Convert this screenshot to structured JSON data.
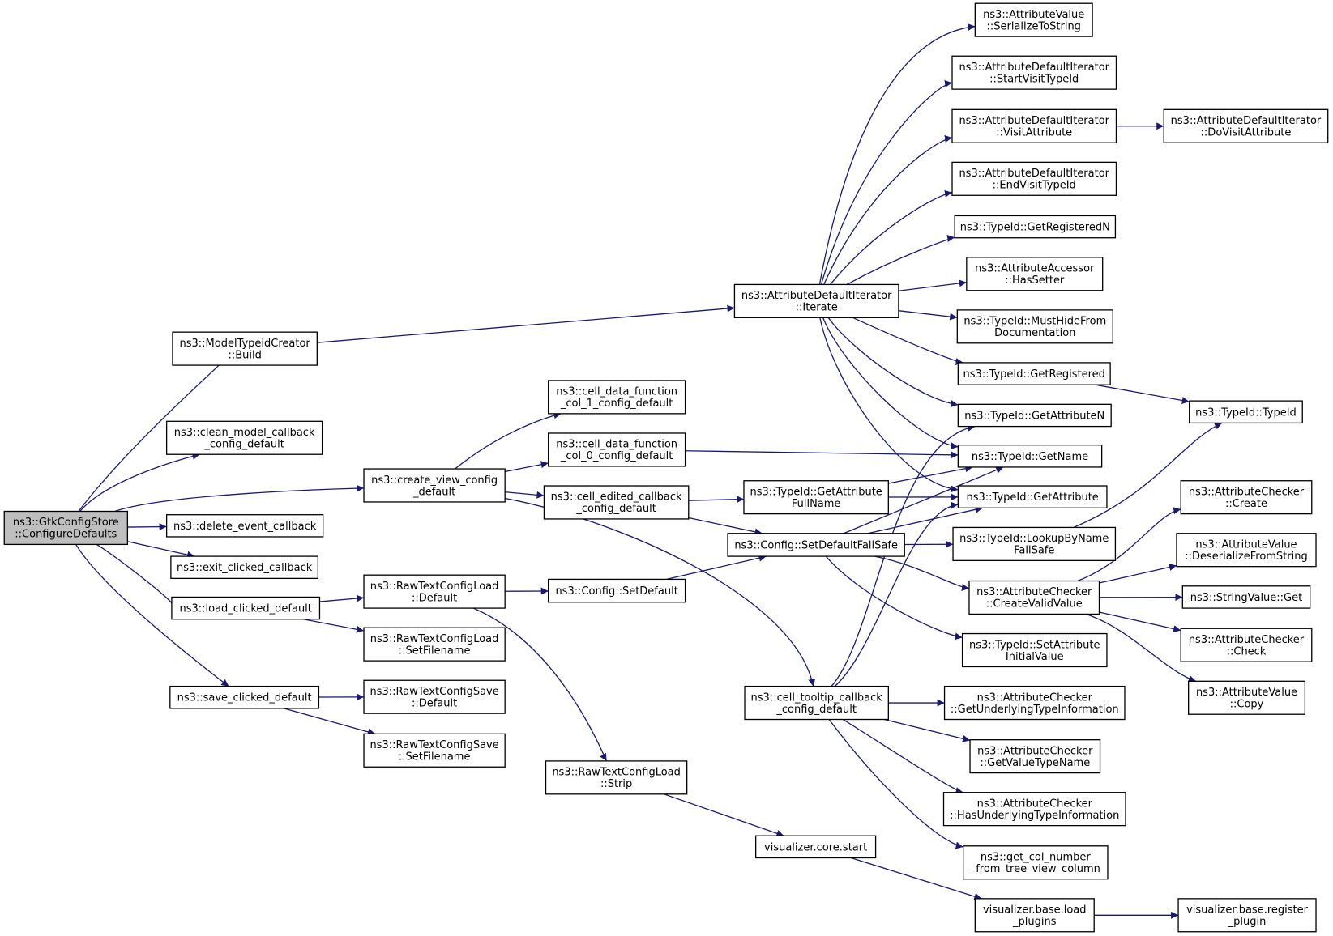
{
  "nodes": [
    {
      "id": "root",
      "lines": [
        "ns3::GtkConfigStore",
        "::ConfigureDefaults"
      ],
      "root": true
    },
    {
      "id": "mtcBuild",
      "lines": [
        "ns3::ModelTypeidCreator",
        "::Build"
      ]
    },
    {
      "id": "cleanModel",
      "lines": [
        "ns3::clean_model_callback",
        "_config_default"
      ]
    },
    {
      "id": "createView",
      "lines": [
        "ns3::create_view_config",
        "_default"
      ]
    },
    {
      "id": "deleteEvent",
      "lines": [
        "ns3::delete_event_callback"
      ]
    },
    {
      "id": "exitClicked",
      "lines": [
        "ns3::exit_clicked_callback"
      ]
    },
    {
      "id": "loadClicked",
      "lines": [
        "ns3::load_clicked_default"
      ]
    },
    {
      "id": "saveClicked",
      "lines": [
        "ns3::save_clicked_default"
      ]
    },
    {
      "id": "cdfCol1",
      "lines": [
        "ns3::cell_data_function",
        "_col_1_config_default"
      ]
    },
    {
      "id": "cdfCol0",
      "lines": [
        "ns3::cell_data_function",
        "_col_0_config_default"
      ]
    },
    {
      "id": "cellEdited",
      "lines": [
        "ns3::cell_edited_callback",
        "_config_default"
      ]
    },
    {
      "id": "rtclDefault",
      "lines": [
        "ns3::RawTextConfigLoad",
        "::Default"
      ]
    },
    {
      "id": "rtclSetFilename",
      "lines": [
        "ns3::RawTextConfigLoad",
        "::SetFilename"
      ]
    },
    {
      "id": "rtcsDefault",
      "lines": [
        "ns3::RawTextConfigSave",
        "::Default"
      ]
    },
    {
      "id": "rtcsSetFilename",
      "lines": [
        "ns3::RawTextConfigSave",
        "::SetFilename"
      ]
    },
    {
      "id": "configSetDefault",
      "lines": [
        "ns3::Config::SetDefault"
      ]
    },
    {
      "id": "rtclStrip",
      "lines": [
        "ns3::RawTextConfigLoad",
        "::Strip"
      ]
    },
    {
      "id": "adiIterate",
      "lines": [
        "ns3::AttributeDefaultIterator",
        "::Iterate"
      ]
    },
    {
      "id": "getAttrFullName",
      "lines": [
        "ns3::TypeId::GetAttribute",
        "FullName"
      ]
    },
    {
      "id": "setDefaultFailSafe",
      "lines": [
        "ns3::Config::SetDefaultFailSafe"
      ]
    },
    {
      "id": "cellTooltip",
      "lines": [
        "ns3::cell_tooltip_callback",
        "_config_default"
      ]
    },
    {
      "id": "vizCoreStart",
      "lines": [
        "visualizer.core.start"
      ]
    },
    {
      "id": "avSerialize",
      "lines": [
        "ns3::AttributeValue",
        "::SerializeToString"
      ]
    },
    {
      "id": "adiStartVisit",
      "lines": [
        "ns3::AttributeDefaultIterator",
        "::StartVisitTypeId"
      ]
    },
    {
      "id": "adiVisitAttr",
      "lines": [
        "ns3::AttributeDefaultIterator",
        "::VisitAttribute"
      ]
    },
    {
      "id": "adiEndVisit",
      "lines": [
        "ns3::AttributeDefaultIterator",
        "::EndVisitTypeId"
      ]
    },
    {
      "id": "getRegisteredN",
      "lines": [
        "ns3::TypeId::GetRegisteredN"
      ]
    },
    {
      "id": "aaHasSetter",
      "lines": [
        "ns3::AttributeAccessor",
        "::HasSetter"
      ]
    },
    {
      "id": "mustHide",
      "lines": [
        "ns3::TypeId::MustHideFrom",
        "Documentation"
      ]
    },
    {
      "id": "getRegistered",
      "lines": [
        "ns3::TypeId::GetRegistered"
      ]
    },
    {
      "id": "getAttributeN",
      "lines": [
        "ns3::TypeId::GetAttributeN"
      ]
    },
    {
      "id": "getName",
      "lines": [
        "ns3::TypeId::GetName"
      ]
    },
    {
      "id": "getAttribute",
      "lines": [
        "ns3::TypeId::GetAttribute"
      ]
    },
    {
      "id": "lookupByName",
      "lines": [
        "ns3::TypeId::LookupByName",
        "FailSafe"
      ]
    },
    {
      "id": "acCreateValid",
      "lines": [
        "ns3::AttributeChecker",
        "::CreateValidValue"
      ]
    },
    {
      "id": "setAttrInitial",
      "lines": [
        "ns3::TypeId::SetAttribute",
        "InitialValue"
      ]
    },
    {
      "id": "acGetUnderlying",
      "lines": [
        "ns3::AttributeChecker",
        "::GetUnderlyingTypeInformation"
      ]
    },
    {
      "id": "acGetValueTypeName",
      "lines": [
        "ns3::AttributeChecker",
        "::GetValueTypeName"
      ]
    },
    {
      "id": "acHasUnderlying",
      "lines": [
        "ns3::AttributeChecker",
        "::HasUnderlyingTypeInformation"
      ]
    },
    {
      "id": "getColNumber",
      "lines": [
        "ns3::get_col_number",
        "_from_tree_view_column"
      ]
    },
    {
      "id": "vizLoadPlugins",
      "lines": [
        "visualizer.base.load",
        "_plugins"
      ]
    },
    {
      "id": "adiDoVisit",
      "lines": [
        "ns3::AttributeDefaultIterator",
        "::DoVisitAttribute"
      ]
    },
    {
      "id": "typeIdTypeId",
      "lines": [
        "ns3::TypeId::TypeId"
      ]
    },
    {
      "id": "acCreate",
      "lines": [
        "ns3::AttributeChecker",
        "::Create"
      ]
    },
    {
      "id": "avDeserialize",
      "lines": [
        "ns3::AttributeValue",
        "::DeserializeFromString"
      ]
    },
    {
      "id": "stringValueGet",
      "lines": [
        "ns3::StringValue::Get"
      ]
    },
    {
      "id": "acCheck",
      "lines": [
        "ns3::AttributeChecker",
        "::Check"
      ]
    },
    {
      "id": "avCopy",
      "lines": [
        "ns3::AttributeValue",
        "::Copy"
      ]
    },
    {
      "id": "vizRegisterPlugin",
      "lines": [
        "visualizer.base.register",
        "_plugin"
      ]
    }
  ],
  "edges": [
    [
      "root",
      "mtcBuild"
    ],
    [
      "root",
      "cleanModel"
    ],
    [
      "root",
      "createView"
    ],
    [
      "root",
      "deleteEvent"
    ],
    [
      "root",
      "exitClicked"
    ],
    [
      "root",
      "loadClicked"
    ],
    [
      "root",
      "saveClicked"
    ],
    [
      "mtcBuild",
      "adiIterate"
    ],
    [
      "createView",
      "cdfCol1"
    ],
    [
      "createView",
      "cdfCol0"
    ],
    [
      "createView",
      "cellEdited"
    ],
    [
      "createView",
      "cellTooltip"
    ],
    [
      "loadClicked",
      "rtclDefault"
    ],
    [
      "loadClicked",
      "rtclSetFilename"
    ],
    [
      "saveClicked",
      "rtcsDefault"
    ],
    [
      "saveClicked",
      "rtcsSetFilename"
    ],
    [
      "rtclDefault",
      "configSetDefault"
    ],
    [
      "rtclDefault",
      "rtclStrip"
    ],
    [
      "cdfCol0",
      "getName"
    ],
    [
      "cellEdited",
      "getAttrFullName"
    ],
    [
      "cellEdited",
      "setDefaultFailSafe"
    ],
    [
      "configSetDefault",
      "setDefaultFailSafe"
    ],
    [
      "rtclStrip",
      "vizCoreStart"
    ],
    [
      "adiIterate",
      "avSerialize"
    ],
    [
      "adiIterate",
      "adiStartVisit"
    ],
    [
      "adiIterate",
      "adiVisitAttr"
    ],
    [
      "adiIterate",
      "adiEndVisit"
    ],
    [
      "adiIterate",
      "getRegisteredN"
    ],
    [
      "adiIterate",
      "aaHasSetter"
    ],
    [
      "adiIterate",
      "mustHide"
    ],
    [
      "adiIterate",
      "getRegistered"
    ],
    [
      "adiIterate",
      "getAttributeN"
    ],
    [
      "adiIterate",
      "getName"
    ],
    [
      "adiIterate",
      "getAttribute"
    ],
    [
      "getAttrFullName",
      "getName"
    ],
    [
      "getAttrFullName",
      "getAttribute"
    ],
    [
      "setDefaultFailSafe",
      "getName"
    ],
    [
      "setDefaultFailSafe",
      "getAttribute"
    ],
    [
      "setDefaultFailSafe",
      "lookupByName"
    ],
    [
      "setDefaultFailSafe",
      "acCreateValid"
    ],
    [
      "setDefaultFailSafe",
      "setAttrInitial"
    ],
    [
      "cellTooltip",
      "getAttributeN"
    ],
    [
      "cellTooltip",
      "getAttribute"
    ],
    [
      "cellTooltip",
      "acGetUnderlying"
    ],
    [
      "cellTooltip",
      "acGetValueTypeName"
    ],
    [
      "cellTooltip",
      "acHasUnderlying"
    ],
    [
      "cellTooltip",
      "getColNumber"
    ],
    [
      "vizCoreStart",
      "vizLoadPlugins"
    ],
    [
      "adiVisitAttr",
      "adiDoVisit"
    ],
    [
      "getRegistered",
      "typeIdTypeId"
    ],
    [
      "lookupByName",
      "typeIdTypeId"
    ],
    [
      "acCreateValid",
      "acCreate"
    ],
    [
      "acCreateValid",
      "avDeserialize"
    ],
    [
      "acCreateValid",
      "stringValueGet"
    ],
    [
      "acCreateValid",
      "acCheck"
    ],
    [
      "acCreateValid",
      "avCopy"
    ],
    [
      "vizLoadPlugins",
      "vizRegisterPlugin"
    ]
  ]
}
